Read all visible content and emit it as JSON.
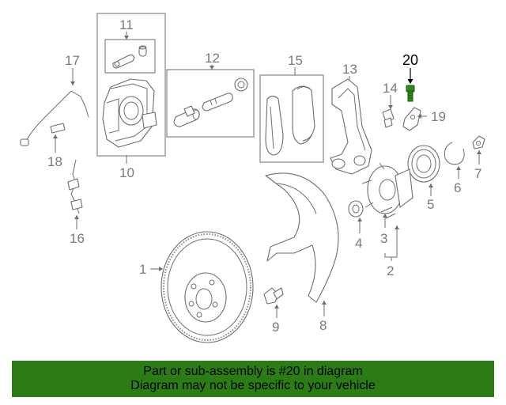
{
  "diagram": {
    "callouts": [
      "1",
      "2",
      "3",
      "4",
      "5",
      "6",
      "7",
      "8",
      "9",
      "10",
      "11",
      "12",
      "13",
      "14",
      "15",
      "16",
      "17",
      "18",
      "19",
      "20"
    ],
    "highlighted_part": "20",
    "highlight_color": "#2e8b18"
  },
  "banner": {
    "line1": "Part or sub-assembly is #20 in diagram",
    "line2": "Diagram may not be specific to your vehicle",
    "background": "#2c7c16"
  }
}
